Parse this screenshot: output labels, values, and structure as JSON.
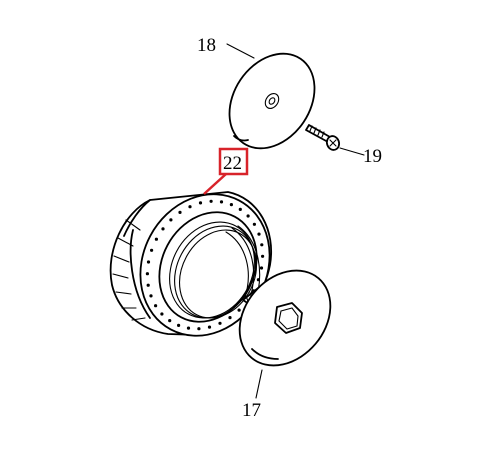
{
  "diagram": {
    "callouts": [
      {
        "id": "18",
        "text": "18"
      },
      {
        "id": "19",
        "text": "19"
      },
      {
        "id": "17",
        "text": "17"
      },
      {
        "id": "22",
        "text": "22"
      }
    ],
    "highlight_color": "#d8232a",
    "ink_color": "#000000"
  }
}
